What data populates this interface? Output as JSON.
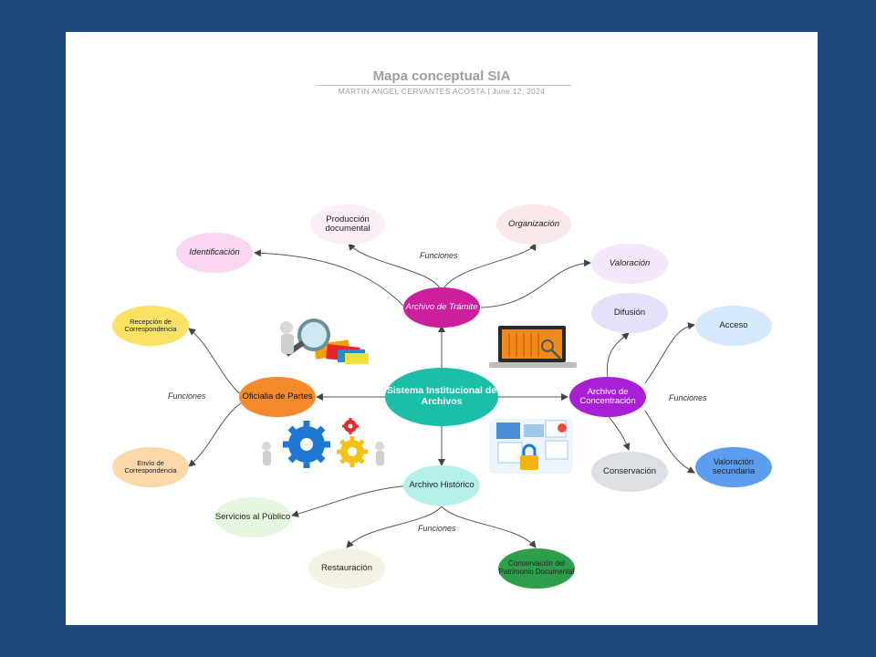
{
  "header": {
    "title": "Mapa conceptual SIA",
    "subtitle": "MARTIN ANGEL CERVANTES ACOSTA  |  June 12, 2024"
  },
  "nodes": {
    "center": "Sistema Institucional de Archivos",
    "tramite": "Archivo de Trámite",
    "concentracion": "Archivo de Concentración",
    "historico": "Archivo Histórico",
    "oficialia": "Oficialia de Partes",
    "identificacion": "Identificación",
    "produccion": "Producción documental",
    "organizacion": "Organización",
    "valoracion": "Valoración",
    "recepcion": "Recepción de Correspondencia",
    "envio": "Envío de Correspondencia",
    "difusion": "Difusión",
    "acceso": "Acceso",
    "conservacion": "Conservación",
    "valoracion_secundaria": "Valoración secundaria",
    "servicios": "Servicios al Público",
    "restauracion": "Restauración",
    "patrimonio": "Conservación del Patrimonio Documental"
  },
  "labels": {
    "funciones_tramite": "Funciones",
    "funciones_oficialia": "Funciones",
    "funciones_concentracion": "Funciones",
    "funciones_historico": "Funciones"
  },
  "colors": {
    "background": "#1f497d",
    "center": "#1bbfa8",
    "tramite": "#cc1f9e",
    "concentracion": "#a81fd6",
    "historico": "#b3f0ea",
    "oficialia": "#f58a2b"
  }
}
